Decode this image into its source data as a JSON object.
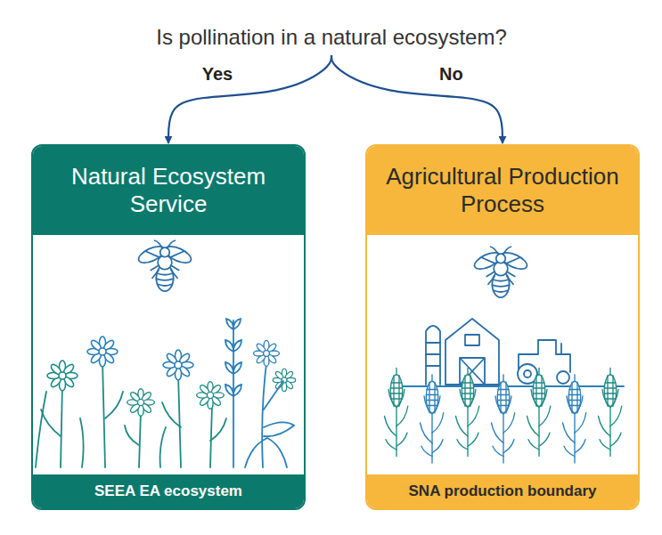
{
  "diagram": {
    "nodes": [
      {
        "text": [
          "Is pollination in a natural ecosystem?"
        ]
      },
      {
        "text": [
          "Natural Ecosystem Service",
          "SEEA EA ecosystem"
        ]
      },
      {
        "text": [
          "Agricultural Production Process",
          "SNA production boundary"
        ]
      }
    ],
    "edges": [
      {
        "from": 0,
        "to": 1,
        "arrow": "to",
        "label": "Yes"
      },
      {
        "from": 0,
        "to": 2,
        "arrow": "to",
        "label": "No"
      }
    ]
  }
}
